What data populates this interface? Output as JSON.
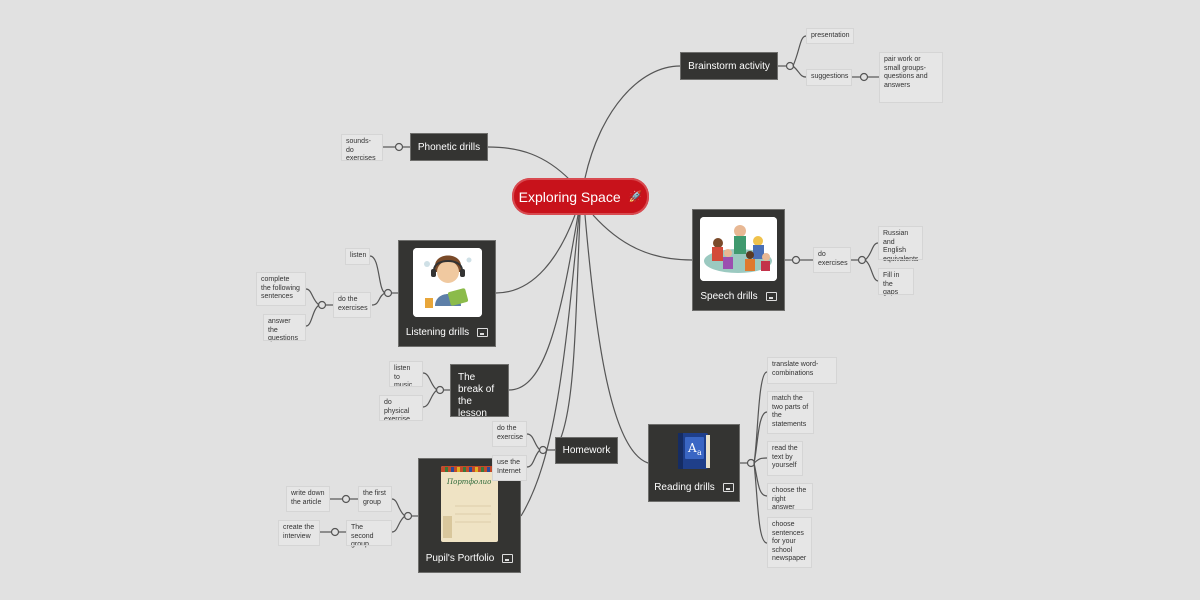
{
  "root": {
    "label": "Exploring Space",
    "icon": "rocket-icon"
  },
  "nodes": {
    "brainstorm": {
      "label": "Brainstorm activity"
    },
    "phonetic": {
      "label": "Phonetic drills"
    },
    "speech": {
      "label": "Speech drills",
      "image": "children-group-illustration"
    },
    "listening": {
      "label": "Listening drills",
      "image": "boy-with-headphones-illustration"
    },
    "break": {
      "label": "The break of the lesson"
    },
    "homework": {
      "label": "Homework"
    },
    "reading": {
      "label": "Reading drills",
      "image": "blue-dictionary-book-illustration"
    },
    "portfolio": {
      "label": "Pupil's Portfolio",
      "image": "portfolio-document-illustration",
      "image_text": "Портфолио"
    }
  },
  "leaves": {
    "presentation": "presentation",
    "suggestions": "suggestions",
    "pair_work": "pair work or small groups-questions and answers",
    "sounds_do": "sounds-do exercises",
    "do_exercises_speech": "do exercises",
    "russian_english": "Russian and English equivalents",
    "fill_gaps": "Fill in the gaps",
    "listen": "listen",
    "complete_sentences": "complete the following sentences",
    "do_exercises_listen": "do the exercises",
    "answer_questions": "answer the questions",
    "listen_music": "listen to music",
    "physical_exercise": "do physical exercise",
    "do_exercise_hw": "do the exercise",
    "use_internet": "use the Internet",
    "translate": "translate word-combinations",
    "match_parts": "match the two parts of the statements",
    "read_text": "read the text by yourself",
    "choose_answer": "choose the right answer",
    "choose_sentences": "choose sentences for your school newspaper",
    "first_group": "the first group",
    "second_group": "The second group",
    "write_down": "write down the article",
    "create_interview": "create the interview"
  },
  "colors": {
    "root": "#c8121b",
    "node": "#343432",
    "background": "#e1e1e1",
    "line": "#555555"
  }
}
